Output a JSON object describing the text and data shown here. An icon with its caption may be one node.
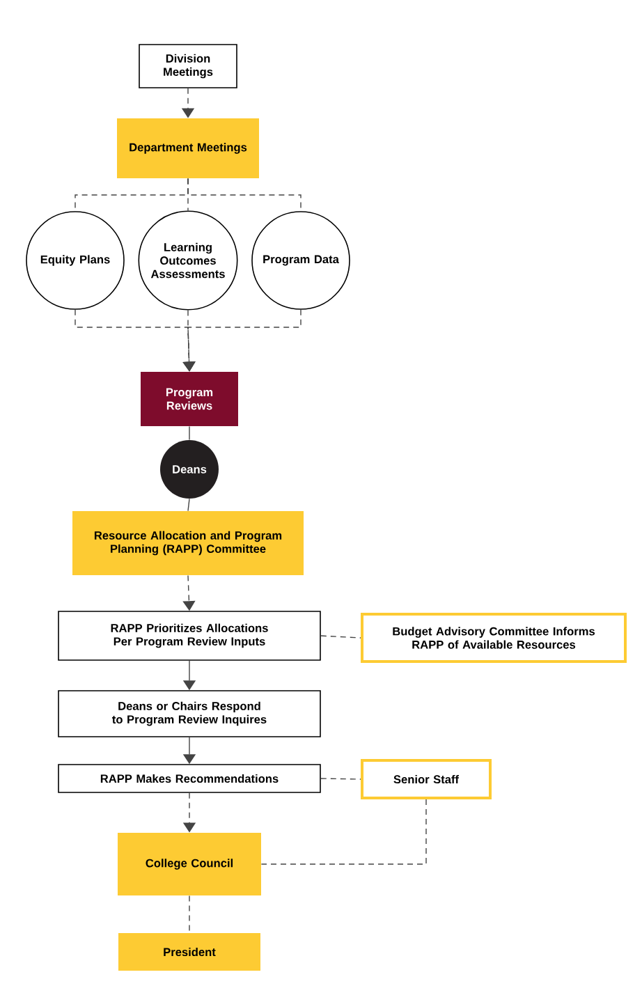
{
  "diagram": {
    "nodes": [
      {
        "text": [
          "Division Meetings"
        ]
      },
      {
        "text": [
          "Department Meetings"
        ]
      },
      {
        "text": [
          "Equity Plans"
        ]
      },
      {
        "text": [
          "Learning Outcomes Assessments"
        ]
      },
      {
        "text": [
          "Program Data"
        ]
      },
      {
        "text": [
          "Program Reviews"
        ]
      },
      {
        "text": [
          "Deans"
        ]
      },
      {
        "text": [
          "Resource Allocation and Program Planning (RAPP) Committee"
        ]
      },
      {
        "text": [
          "RAPP Prioritizes Allocations Per Program Review Inputs"
        ]
      },
      {
        "text": [
          "Budget Advisory Committee Informs RAPP of Available Resources"
        ]
      },
      {
        "text": [
          "Deans or Chairs Respond to Program Review  Inquires"
        ]
      },
      {
        "text": [
          "RAPP Makes Recommendations"
        ]
      },
      {
        "text": [
          "Senior Staff"
        ]
      },
      {
        "text": [
          "College Council"
        ]
      },
      {
        "text": [
          "President"
        ]
      }
    ],
    "edges": [
      {
        "from": 0,
        "to": 1,
        "arrow": "to",
        "style": "dashed"
      },
      {
        "from": 1,
        "to": 2,
        "arrow": "none",
        "style": "dashed"
      },
      {
        "from": 1,
        "to": 3,
        "arrow": "none",
        "style": "dashed"
      },
      {
        "from": 1,
        "to": 4,
        "arrow": "none",
        "style": "dashed"
      },
      {
        "from": 2,
        "to": 5,
        "arrow": "to",
        "style": "dashed"
      },
      {
        "from": 3,
        "to": 5,
        "arrow": "to",
        "style": "dashed"
      },
      {
        "from": 4,
        "to": 5,
        "arrow": "to",
        "style": "dashed"
      },
      {
        "from": 5,
        "to": 6,
        "arrow": "none"
      },
      {
        "from": 6,
        "to": 7,
        "arrow": "none"
      },
      {
        "from": 7,
        "to": 8,
        "arrow": "to",
        "style": "dashed"
      },
      {
        "from": 8,
        "to": 9,
        "arrow": "none",
        "style": "dashed"
      },
      {
        "from": 8,
        "to": 10,
        "arrow": "to"
      },
      {
        "from": 10,
        "to": 11,
        "arrow": "to"
      },
      {
        "from": 11,
        "to": 12,
        "arrow": "none",
        "style": "dashed"
      },
      {
        "from": 11,
        "to": 13,
        "arrow": "to",
        "style": "dashed"
      },
      {
        "from": 12,
        "to": 13,
        "arrow": "none",
        "style": "dashed"
      },
      {
        "from": 13,
        "to": 14,
        "arrow": "none",
        "style": "dashed"
      }
    ]
  }
}
